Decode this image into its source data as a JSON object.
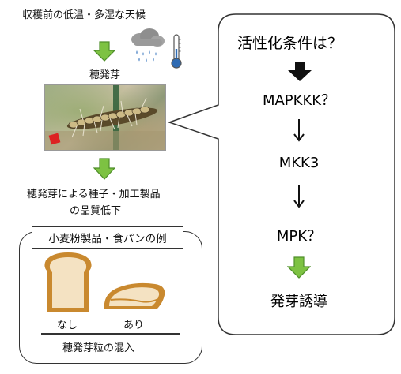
{
  "left": {
    "weather_label": "収穫前の低温・多湿な天候",
    "sprout_label": "穂発芽",
    "quality_line1": "穂発芽による種子・加工製品",
    "quality_line2": "の品質低下",
    "example_box": {
      "title": "小麦粉製品・食パンの例",
      "bread_none_label": "なし",
      "bread_with_label": "あり",
      "caption": "穂発芽粒の混入"
    }
  },
  "right": {
    "title": "活性化条件は？",
    "steps": [
      "MAPKKK？",
      "MKK3",
      "MPK？"
    ],
    "result": "発芽誘導"
  },
  "colors": {
    "green_arrow": "#7dc242",
    "green_arrow_stroke": "#4f8f2a",
    "cloud": "#9a9a9a",
    "rain": "#4f86c6",
    "thermometer_bulb": "#2f6bb3",
    "bread_crust": "#c9892f",
    "bread_inside": "#f4e2c2"
  }
}
